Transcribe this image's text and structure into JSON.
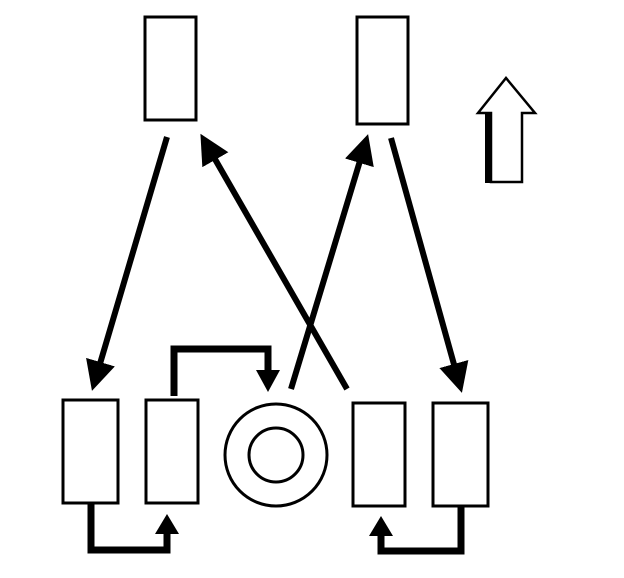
{
  "diagram": {
    "type": "tire-rotation-pattern",
    "stroke_color": "#000000",
    "fill_color": "#ffffff",
    "positions": [
      "front-left-tire",
      "front-right-tire",
      "rear-left-outer-tire",
      "rear-left-inner-tire",
      "spare-tire",
      "rear-right-inner-tire",
      "rear-right-outer-tire"
    ],
    "direction_indicator": "arrow-up-icon"
  }
}
